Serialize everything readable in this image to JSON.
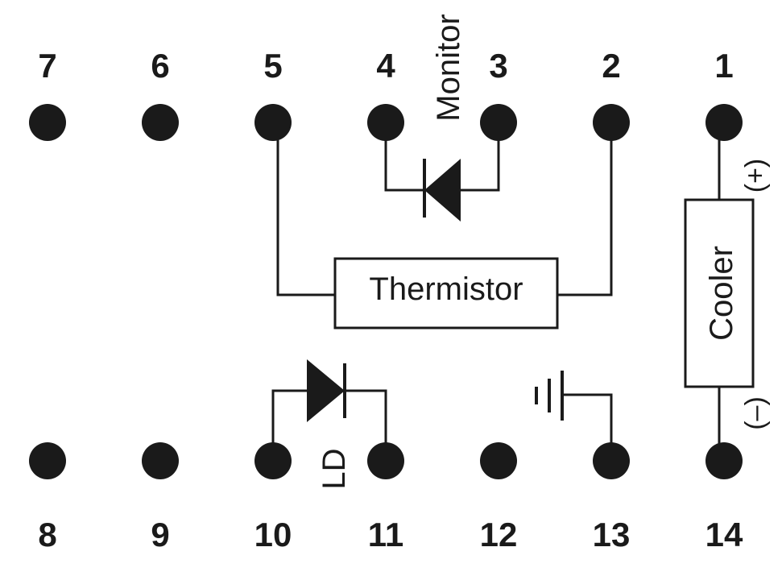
{
  "pins": {
    "p1": "1",
    "p2": "2",
    "p3": "3",
    "p4": "4",
    "p5": "5",
    "p6": "6",
    "p7": "7",
    "p8": "8",
    "p9": "9",
    "p10": "10",
    "p11": "11",
    "p12": "12",
    "p13": "13",
    "p14": "14"
  },
  "labels": {
    "monitor": "Monitor",
    "thermistor": "Thermistor",
    "cooler": "Cooler",
    "ld": "LD",
    "plus": "(+)",
    "minus": "(–)"
  },
  "colors": {
    "ink": "#1a1a1a",
    "background": "#ffffff"
  }
}
